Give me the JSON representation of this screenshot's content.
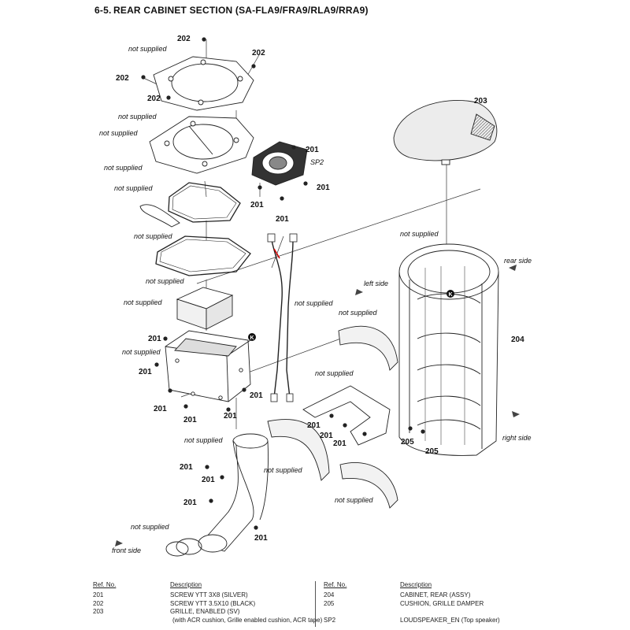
{
  "header": {
    "section_number": "6-5.",
    "section_title": "REAR CABINET SECTION (SA-FLA9/FRA9/RLA9/RRA9)"
  },
  "diagram": {
    "callouts": {
      "screw_201": "201",
      "screw_202": "202",
      "grille_203": "203",
      "cabinet_204": "204",
      "cushion_205": "205",
      "loudspeaker_sp2": "SP2",
      "marker_k": "K"
    },
    "annotations": {
      "not_supplied": "not supplied",
      "rear_side": "rear side",
      "left_side": "left side",
      "right_side": "right side",
      "front_side": "front side"
    }
  },
  "parts_list": {
    "headers": {
      "ref_no": "Ref. No.",
      "description": "Description"
    },
    "left_rows": [
      {
        "ref": "201",
        "desc": "SCREW YTT 3X8 (SILVER)"
      },
      {
        "ref": "202",
        "desc": "SCREW YTT 3.5X10 (BLACK)"
      },
      {
        "ref": "203",
        "desc": "GRILLE, ENABLED (SV)"
      },
      {
        "ref": "",
        "desc": "(with ACR cushion, Grille enabled cushion, ACR tape)"
      }
    ],
    "right_rows": [
      {
        "ref": "204",
        "desc": "CABINET, REAR (ASSY)"
      },
      {
        "ref": "205",
        "desc": "CUSHION, GRILLE DAMPER"
      },
      {
        "ref": "",
        "desc": ""
      },
      {
        "ref": "SP2",
        "desc": "LOUDSPEAKER_EN (Top speaker)"
      }
    ]
  }
}
